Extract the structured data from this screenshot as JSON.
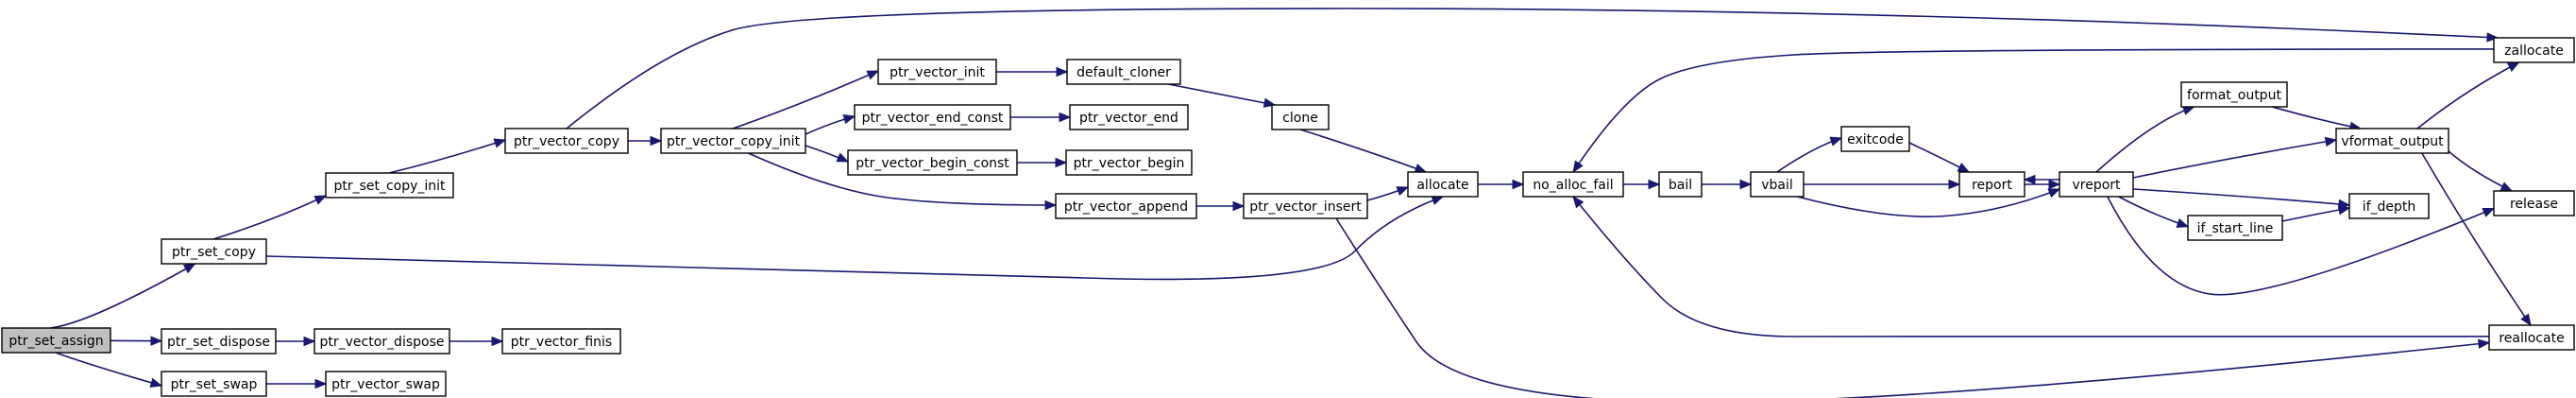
{
  "graph": {
    "nodes": [
      {
        "id": "ptr_set_assign",
        "label": "ptr_set_assign",
        "root": true
      },
      {
        "id": "ptr_set_copy",
        "label": "ptr_set_copy"
      },
      {
        "id": "ptr_set_dispose",
        "label": "ptr_set_dispose"
      },
      {
        "id": "ptr_set_swap",
        "label": "ptr_set_swap"
      },
      {
        "id": "ptr_set_copy_init",
        "label": "ptr_set_copy_init"
      },
      {
        "id": "ptr_vector_dispose",
        "label": "ptr_vector_dispose"
      },
      {
        "id": "ptr_vector_swap",
        "label": "ptr_vector_swap"
      },
      {
        "id": "ptr_vector_finis",
        "label": "ptr_vector_finis"
      },
      {
        "id": "ptr_vector_copy",
        "label": "ptr_vector_copy"
      },
      {
        "id": "ptr_vector_copy_init",
        "label": "ptr_vector_copy_init"
      },
      {
        "id": "ptr_vector_init",
        "label": "ptr_vector_init"
      },
      {
        "id": "ptr_vector_end_const",
        "label": "ptr_vector_end_const"
      },
      {
        "id": "ptr_vector_begin_const",
        "label": "ptr_vector_begin_const"
      },
      {
        "id": "ptr_vector_append",
        "label": "ptr_vector_append"
      },
      {
        "id": "default_cloner",
        "label": "default_cloner"
      },
      {
        "id": "ptr_vector_end",
        "label": "ptr_vector_end"
      },
      {
        "id": "ptr_vector_begin",
        "label": "ptr_vector_begin"
      },
      {
        "id": "ptr_vector_insert",
        "label": "ptr_vector_insert"
      },
      {
        "id": "clone",
        "label": "clone"
      },
      {
        "id": "allocate",
        "label": "allocate"
      },
      {
        "id": "no_alloc_fail",
        "label": "no_alloc_fail"
      },
      {
        "id": "bail",
        "label": "bail"
      },
      {
        "id": "vbail",
        "label": "vbail"
      },
      {
        "id": "exitcode",
        "label": "exitcode"
      },
      {
        "id": "report",
        "label": "report"
      },
      {
        "id": "vreport",
        "label": "vreport"
      },
      {
        "id": "format_output",
        "label": "format_output"
      },
      {
        "id": "if_start_line",
        "label": "if_start_line"
      },
      {
        "id": "vformat_output",
        "label": "vformat_output"
      },
      {
        "id": "if_depth",
        "label": "if_depth"
      },
      {
        "id": "zallocate",
        "label": "zallocate"
      },
      {
        "id": "release",
        "label": "release"
      },
      {
        "id": "reallocate",
        "label": "reallocate"
      }
    ],
    "edges": [
      [
        "ptr_set_assign",
        "ptr_set_copy"
      ],
      [
        "ptr_set_assign",
        "ptr_set_dispose"
      ],
      [
        "ptr_set_assign",
        "ptr_set_swap"
      ],
      [
        "ptr_set_copy",
        "ptr_set_copy_init"
      ],
      [
        "ptr_set_copy",
        "allocate"
      ],
      [
        "ptr_set_copy_init",
        "ptr_vector_copy"
      ],
      [
        "ptr_vector_copy",
        "ptr_vector_copy_init"
      ],
      [
        "ptr_vector_copy",
        "zallocate"
      ],
      [
        "ptr_vector_copy_init",
        "ptr_vector_init"
      ],
      [
        "ptr_vector_copy_init",
        "ptr_vector_end_const"
      ],
      [
        "ptr_vector_copy_init",
        "ptr_vector_begin_const"
      ],
      [
        "ptr_vector_copy_init",
        "ptr_vector_append"
      ],
      [
        "ptr_vector_init",
        "default_cloner"
      ],
      [
        "ptr_vector_end_const",
        "ptr_vector_end"
      ],
      [
        "ptr_vector_begin_const",
        "ptr_vector_begin"
      ],
      [
        "ptr_vector_append",
        "ptr_vector_insert"
      ],
      [
        "default_cloner",
        "clone"
      ],
      [
        "clone",
        "allocate"
      ],
      [
        "ptr_vector_insert",
        "allocate"
      ],
      [
        "ptr_vector_insert",
        "reallocate"
      ],
      [
        "allocate",
        "no_alloc_fail"
      ],
      [
        "no_alloc_fail",
        "bail"
      ],
      [
        "bail",
        "vbail"
      ],
      [
        "vbail",
        "exitcode"
      ],
      [
        "vbail",
        "report"
      ],
      [
        "vbail",
        "vreport"
      ],
      [
        "exitcode",
        "report"
      ],
      [
        "report",
        "vreport"
      ],
      [
        "vreport",
        "report"
      ],
      [
        "vreport",
        "format_output"
      ],
      [
        "vreport",
        "vformat_output"
      ],
      [
        "vreport",
        "if_start_line"
      ],
      [
        "vreport",
        "if_depth"
      ],
      [
        "vreport",
        "release"
      ],
      [
        "format_output",
        "vformat_output"
      ],
      [
        "vformat_output",
        "zallocate"
      ],
      [
        "vformat_output",
        "release"
      ],
      [
        "vformat_output",
        "reallocate"
      ],
      [
        "if_start_line",
        "if_depth"
      ],
      [
        "zallocate",
        "no_alloc_fail"
      ],
      [
        "reallocate",
        "no_alloc_fail"
      ],
      [
        "ptr_set_dispose",
        "ptr_vector_dispose"
      ],
      [
        "ptr_vector_dispose",
        "ptr_vector_finis"
      ],
      [
        "ptr_set_swap",
        "ptr_vector_swap"
      ]
    ]
  },
  "colors": {
    "edge": "#191970",
    "root_fill": "#bfbfbf",
    "node_fill": "#ffffff",
    "node_border": "#000000"
  }
}
